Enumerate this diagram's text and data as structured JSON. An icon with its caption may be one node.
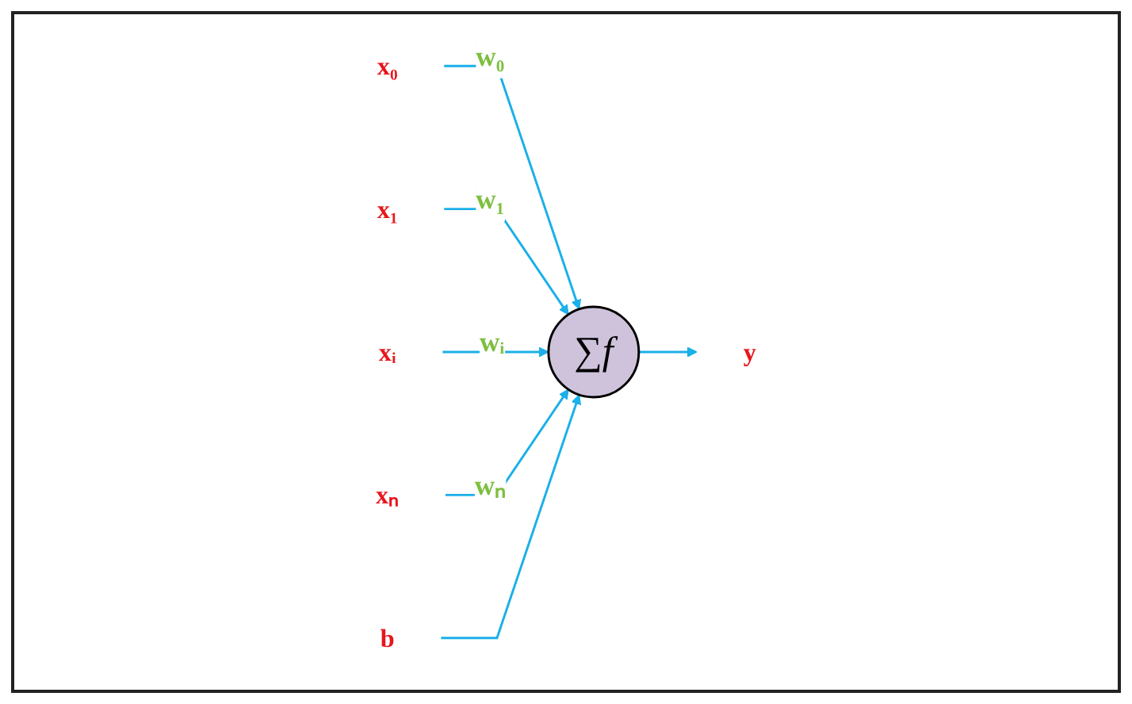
{
  "diagram": {
    "nodes": [
      {
        "text": [
          "x₀"
        ]
      },
      {
        "text": [
          "x₁"
        ]
      },
      {
        "text": [
          "xᵢ"
        ]
      },
      {
        "text": [
          "xₙ"
        ]
      },
      {
        "text": [
          "∑",
          "f"
        ]
      },
      {
        "text": [
          "y"
        ]
      },
      {
        "text": [
          "b"
        ]
      }
    ],
    "edges": [
      {
        "from": 0,
        "to": 4,
        "arrow": "to",
        "label": "w₀"
      },
      {
        "from": 1,
        "to": 4,
        "arrow": "to",
        "label": "w₁"
      },
      {
        "from": 2,
        "to": 4,
        "arrow": "to",
        "label": "wᵢ"
      },
      {
        "from": 3,
        "to": 4,
        "arrow": "to",
        "label": "wₙ"
      },
      {
        "from": 6,
        "to": 4,
        "arrow": "to"
      },
      {
        "from": 4,
        "to": 5,
        "arrow": "to"
      }
    ]
  }
}
